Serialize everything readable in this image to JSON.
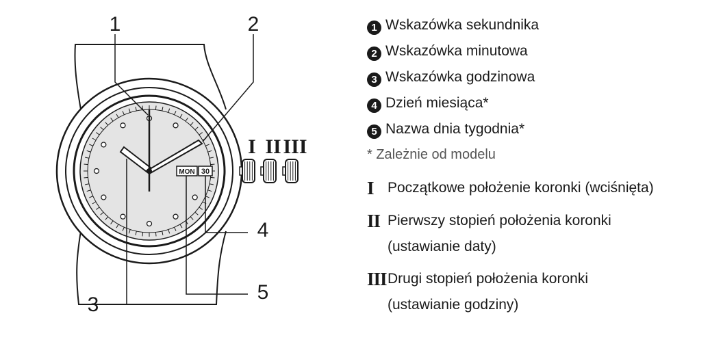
{
  "callouts": [
    "1",
    "2",
    "3",
    "4",
    "5"
  ],
  "date_window": {
    "day_name": "MON",
    "day_number": "30"
  },
  "crown_positions": [
    "I",
    "II",
    "III"
  ],
  "legend": {
    "items": [
      {
        "badge": "1",
        "label": "Wskazówka sekundnika"
      },
      {
        "badge": "2",
        "label": "Wskazówka minutowa"
      },
      {
        "badge": "3",
        "label": "Wskazówka godzinowa"
      },
      {
        "badge": "4",
        "label": "Dzień miesiąca*"
      },
      {
        "badge": "5",
        "label": "Nazwa dnia tygodnia*"
      }
    ],
    "note": "* Zależnie od modelu"
  },
  "crown_legend": [
    {
      "roman": "I",
      "line1": "Początkowe położenie koronki (wciśnięta)",
      "line2": ""
    },
    {
      "roman": "II",
      "line1": "Pierwszy stopień położenia koronki",
      "line2": "(ustawianie daty)"
    },
    {
      "roman": "III",
      "line1": "Drugi stopień położenia koronki",
      "line2": "(ustawianie godziny)"
    }
  ]
}
